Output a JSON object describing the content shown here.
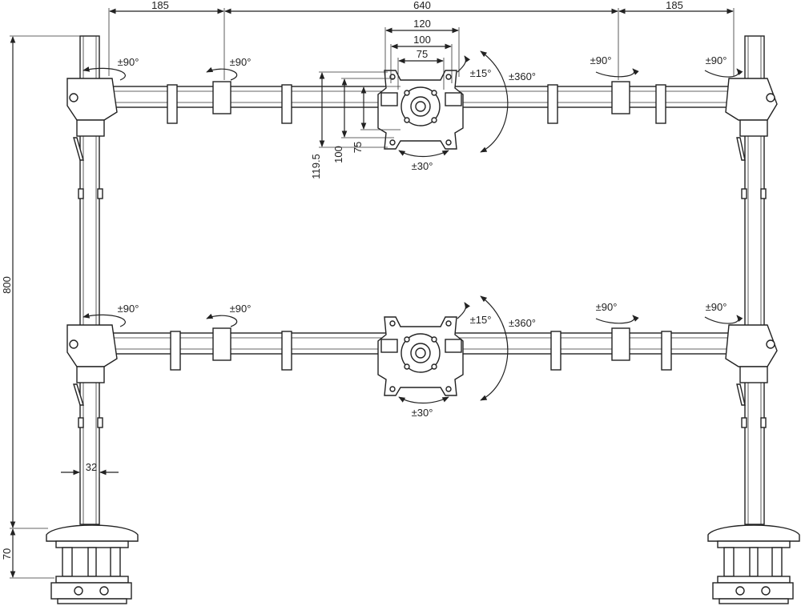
{
  "dimensions": {
    "left_span": "185",
    "center_span": "640",
    "right_span": "185",
    "vesa_120": "120",
    "vesa_100_w": "100",
    "vesa_75_w": "75",
    "vesa_1195": "119.5",
    "vesa_100_h": "100",
    "vesa_75_h": "75",
    "pole_height": "800",
    "pole_diameter": "32",
    "clamp_height": "70"
  },
  "angles": {
    "pivot": "±90°",
    "tilt": "±15°",
    "rotate": "±360°",
    "swivel": "±30°"
  },
  "colors": {
    "stroke": "#222222",
    "background": "#ffffff"
  }
}
